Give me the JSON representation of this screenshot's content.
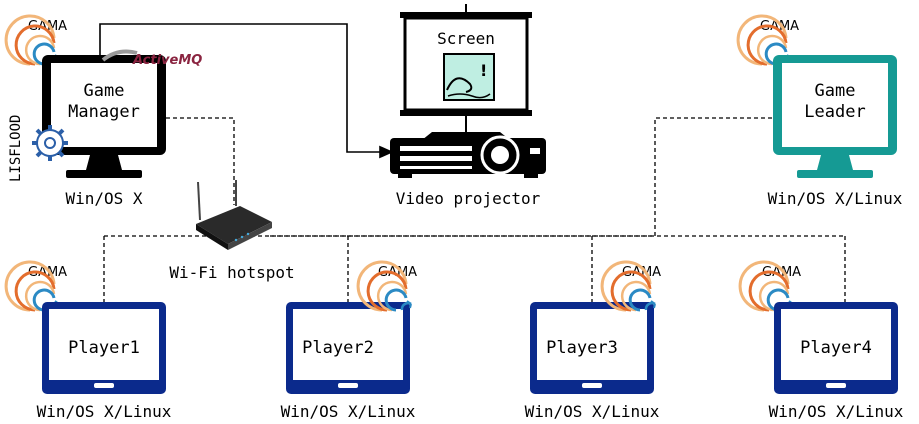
{
  "colors": {
    "manager_screen": "#000000",
    "leader_screen": "#159a94",
    "tablet": "#0b2a8c",
    "wire": "#000000",
    "gama_ring_outer": "#f2b679",
    "gama_ring_mid": "#e36d2d",
    "gama_ring_inner": "#2b8ac4",
    "activemq_text": "#8a2440"
  },
  "manager": {
    "gama_label": "GAMA",
    "title_line1": "Game",
    "title_line2": "Manager",
    "os": "Win/OS X",
    "lisflood_label": "LISFLOOD",
    "activemq_label_a": "Active",
    "activemq_label_b": "MQ"
  },
  "projector": {
    "screen_label": "Screen",
    "label": "Video projector"
  },
  "leader": {
    "gama_label": "GAMA",
    "title_line1": "Game",
    "title_line2": "Leader",
    "os": "Win/OS X/Linux"
  },
  "hotspot": {
    "label": "Wi-Fi hotspot"
  },
  "players": [
    {
      "gama_label": "GAMA",
      "name": "Player1",
      "os": "Win/OS X/Linux"
    },
    {
      "gama_label": "GAMA",
      "name": "Player2",
      "os": "Win/OS X/Linux"
    },
    {
      "gama_label": "GAMA",
      "name": "Player3",
      "os": "Win/OS X/Linux"
    },
    {
      "gama_label": "GAMA",
      "name": "Player4",
      "os": "Win/OS X/Linux"
    }
  ]
}
